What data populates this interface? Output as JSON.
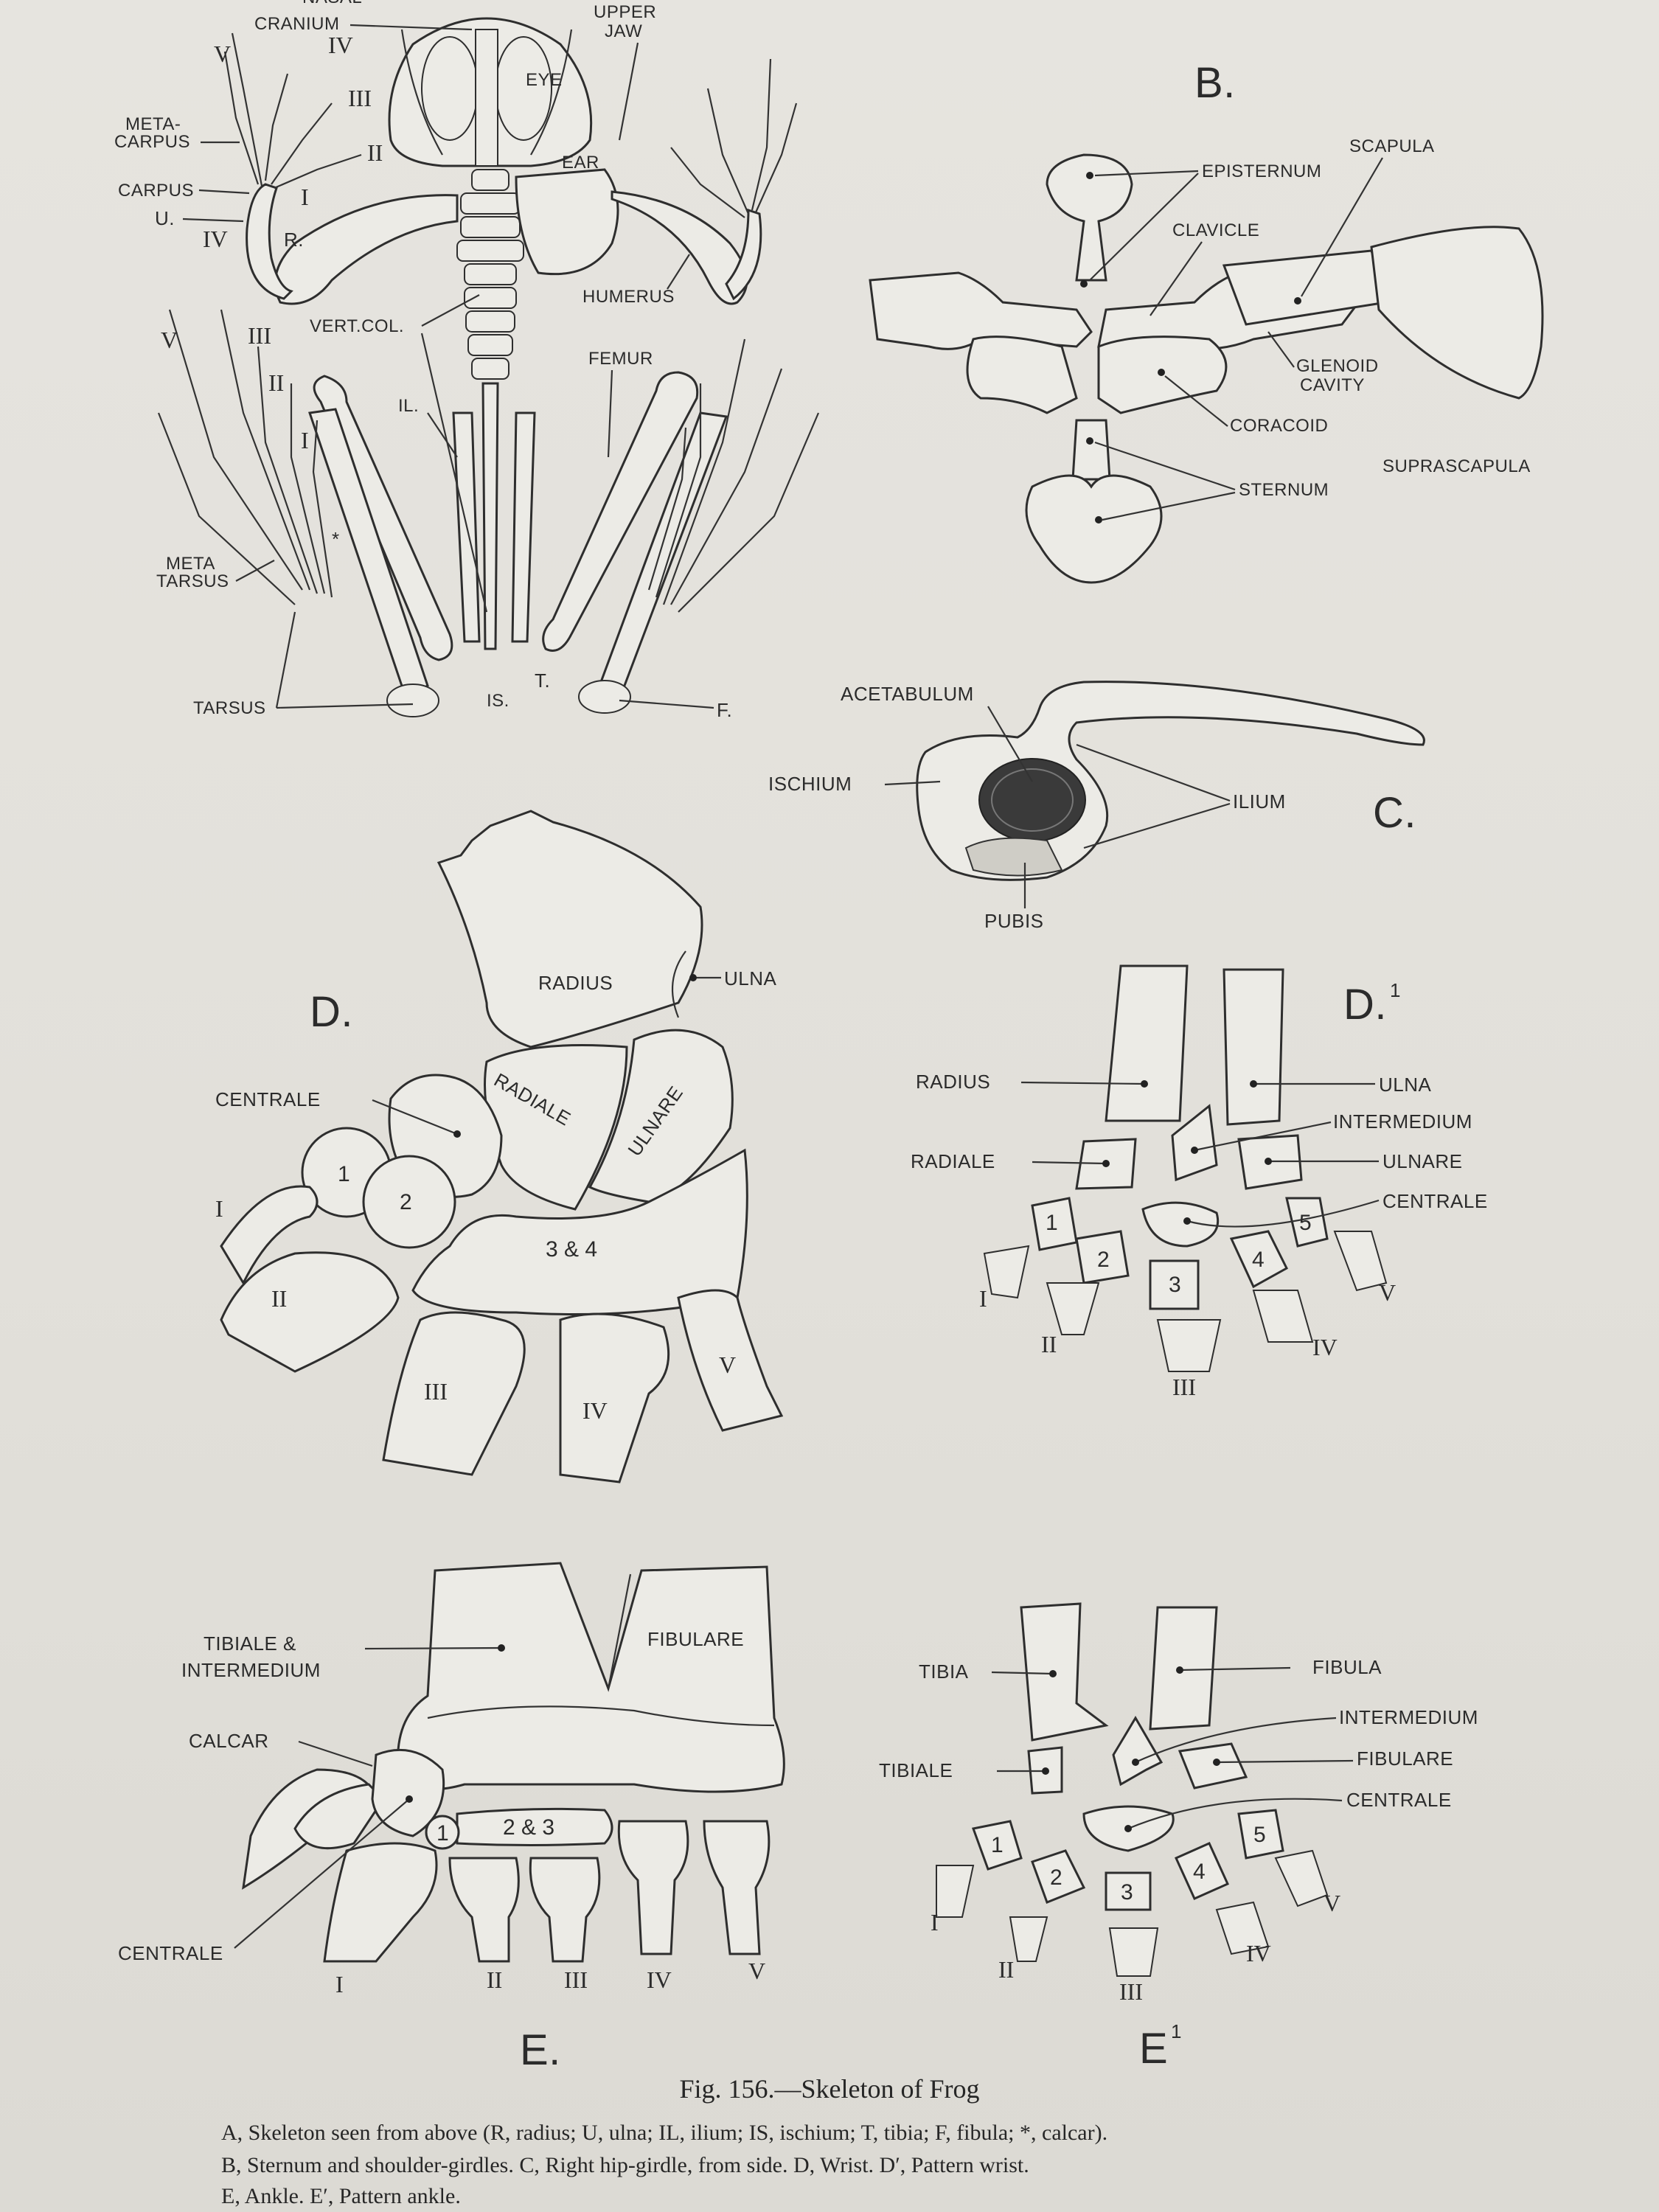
{
  "figure": {
    "panel_A": {
      "labels": {
        "nasal": "NASAL",
        "cranium": "CRANIUM",
        "upper_jaw_1": "UPPER",
        "upper_jaw_2": "JAW",
        "eye": "EYE",
        "ear": "EAR",
        "metacarpus_1": "META-",
        "metacarpus_2": "CARPUS",
        "carpus": "CARPUS",
        "u": "U.",
        "r": "R.",
        "humerus": "HUMERUS",
        "vert_col": "VERT.COL.",
        "femur": "FEMUR",
        "il": "IL.",
        "metatarsus_1": "META",
        "metatarsus_2": "TARSUS",
        "tarsus": "TARSUS",
        "is": "IS.",
        "t": "T.",
        "f": "F.",
        "calcar_mark": "*"
      },
      "digits_hand": [
        "V",
        "IV",
        "III",
        "II",
        "I",
        "IV"
      ],
      "digits_foot": [
        "V",
        "III",
        "II",
        "I"
      ]
    },
    "panel_B": {
      "letter": "B.",
      "labels": {
        "episternum": "EPISTERNUM",
        "scapula": "SCAPULA",
        "clavicle": "CLAVICLE",
        "glenoid_1": "GLENOID",
        "glenoid_2": "CAVITY",
        "coracoid": "CORACOID",
        "suprascapula": "SUPRASCAPULA",
        "sternum": "STERNUM"
      }
    },
    "panel_C": {
      "letter": "C.",
      "labels": {
        "acetabulum": "ACETABULUM",
        "ischium": "ISCHIUM",
        "ilium": "ILIUM",
        "pubis": "PUBIS"
      }
    },
    "panel_D": {
      "letter": "D.",
      "labels": {
        "radius": "RADIUS",
        "ulna": "ULNA",
        "centrale": "CENTRALE",
        "radiale": "RADIALE",
        "ulnare": "ULNARE",
        "three_four": "3 & 4"
      },
      "carpals": [
        "1",
        "2"
      ],
      "digits": [
        "I",
        "II",
        "III",
        "IV",
        "V"
      ]
    },
    "panel_D1": {
      "letter": "D.",
      "superscript": "1",
      "labels": {
        "radius": "RADIUS",
        "ulna": "ULNA",
        "intermedium": "INTERMEDIUM",
        "radiale": "RADIALE",
        "ulnare": "ULNARE",
        "centrale": "CENTRALE"
      },
      "carpals": [
        "1",
        "2",
        "3",
        "4",
        "5"
      ],
      "digits": [
        "I",
        "II",
        "III",
        "IV",
        "V"
      ]
    },
    "panel_E": {
      "letter": "E.",
      "labels": {
        "tibiale_1": "TIBIALE &",
        "tibiale_2": "INTERMEDIUM",
        "fibulare": "FIBULARE",
        "calcar": "CALCAR",
        "centrale": "CENTRALE",
        "two_three": "2 & 3",
        "one": "1"
      },
      "digits": [
        "I",
        "II",
        "III",
        "IV",
        "V"
      ]
    },
    "panel_E1": {
      "letter": "E",
      "superscript": "1",
      "labels": {
        "tibia": "TIBIA",
        "fibula": "FIBULA",
        "intermedium": "INTERMEDIUM",
        "tibiale": "TIBIALE",
        "fibulare": "FIBULARE",
        "centrale": "CENTRALE"
      },
      "tarsals": [
        "1",
        "2",
        "3",
        "4",
        "5"
      ],
      "digits": [
        "I",
        "II",
        "III",
        "IV",
        "V"
      ]
    }
  },
  "caption": {
    "title": "Fig. 156.—Skeleton of Frog",
    "line1": "A, Skeleton seen from above (R, radius; U, ulna; IL, ilium; IS, ischium; T, tibia; F, fibula; *, calcar).",
    "line2": "B, Sternum and shoulder-girdles.       C, Right hip-girdle, from side.       D, Wrist.       D′, Pattern wrist.",
    "line3": "E, Ankle.    E′, Pattern ankle."
  }
}
